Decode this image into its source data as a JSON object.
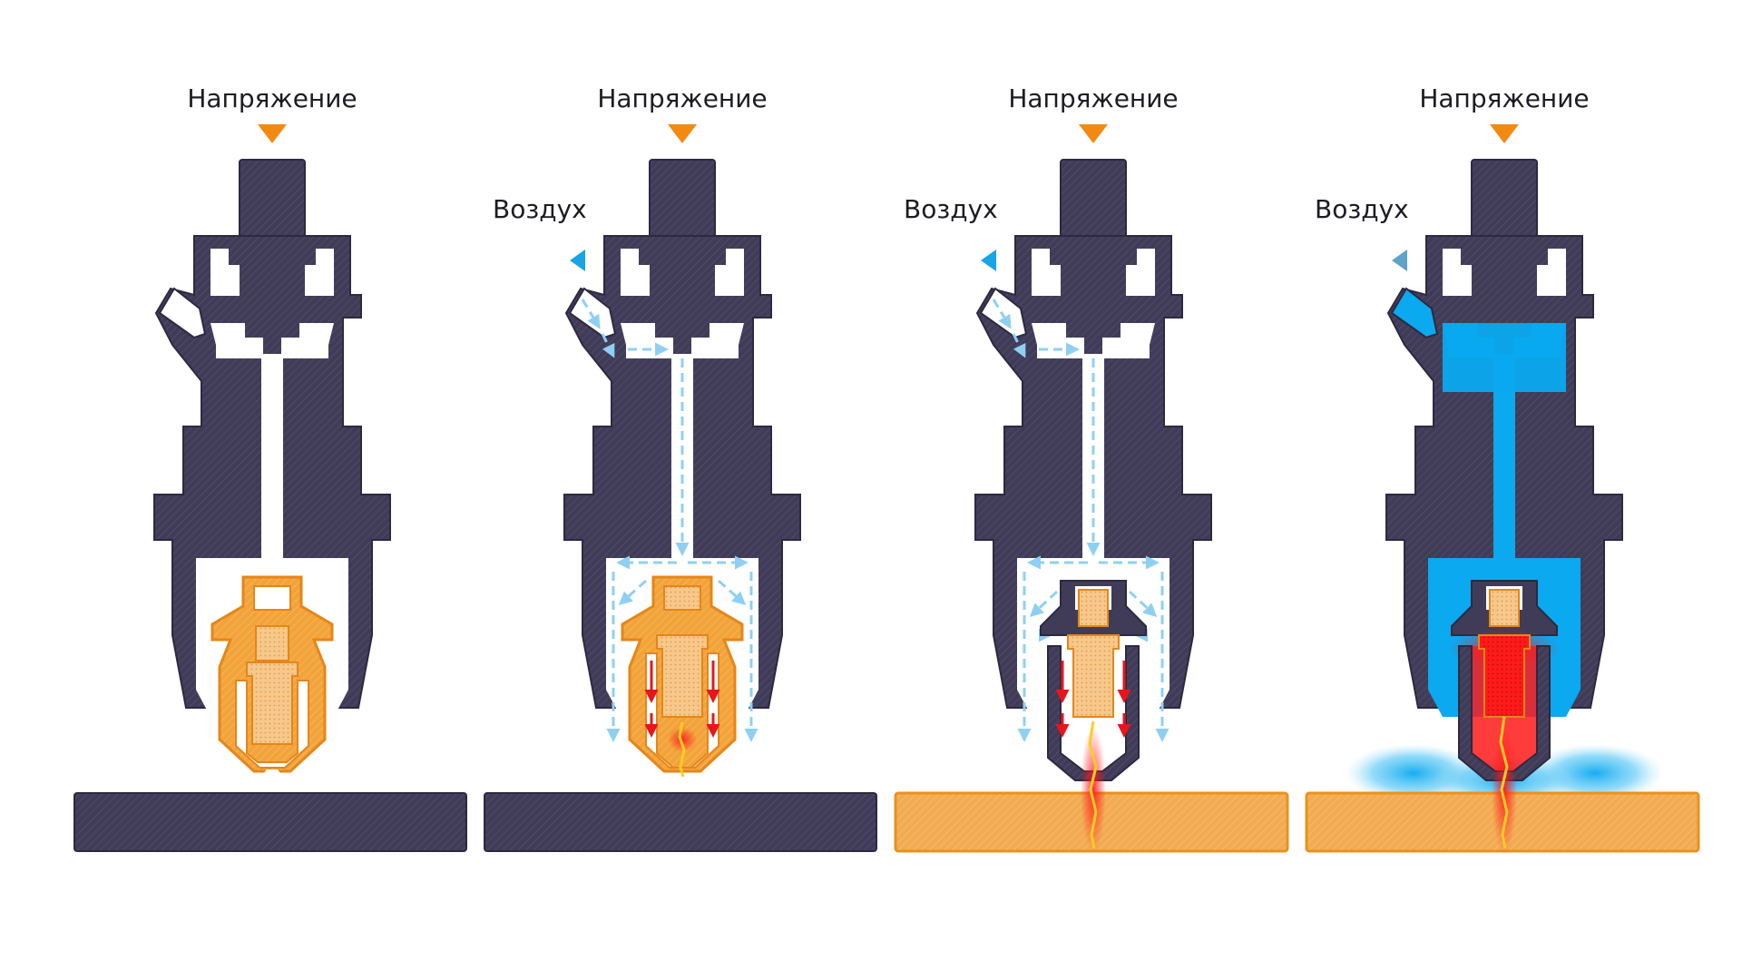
{
  "labels": {
    "voltage": "Напряжение",
    "air": "Воздух"
  },
  "stages": [
    {
      "stage": 1,
      "voltage_label": "Напряжение",
      "air_label": null,
      "workpiece": "cold",
      "air_flow": "none",
      "spark": "none"
    },
    {
      "stage": 2,
      "voltage_label": "Напряжение",
      "air_label": "Воздух",
      "workpiece": "cold",
      "air_flow": "arrows",
      "spark": "inner"
    },
    {
      "stage": 3,
      "voltage_label": "Напряжение",
      "air_label": "Воздух",
      "workpiece": "hot",
      "air_flow": "arrows",
      "spark": "to-workpiece"
    },
    {
      "stage": 4,
      "voltage_label": "Напряжение",
      "air_label": "Воздух",
      "workpiece": "hot",
      "air_flow": "filled",
      "spark": "plasma-arc"
    }
  ],
  "colors": {
    "body": "#403c58",
    "body_edge": "#2c2940",
    "hatch": "#4b4766",
    "electrode": "#f2a33a",
    "electrode_edge": "#e5861a",
    "electrode_fill": "#f7c88c",
    "voltage_arrow": "#f28a12",
    "air_arrow": "#17a5e6",
    "air_arrow_dim": "#5fa3c8",
    "air_flow": "#8fd0f2",
    "air_fill": "#0aa9f0",
    "spark_red": "#e8141e",
    "spark_yellow": "#ffcc22",
    "hot_red": "#ff1a1a",
    "workpiece_cold": "#403c58",
    "workpiece_hot": "#f2ab52"
  }
}
